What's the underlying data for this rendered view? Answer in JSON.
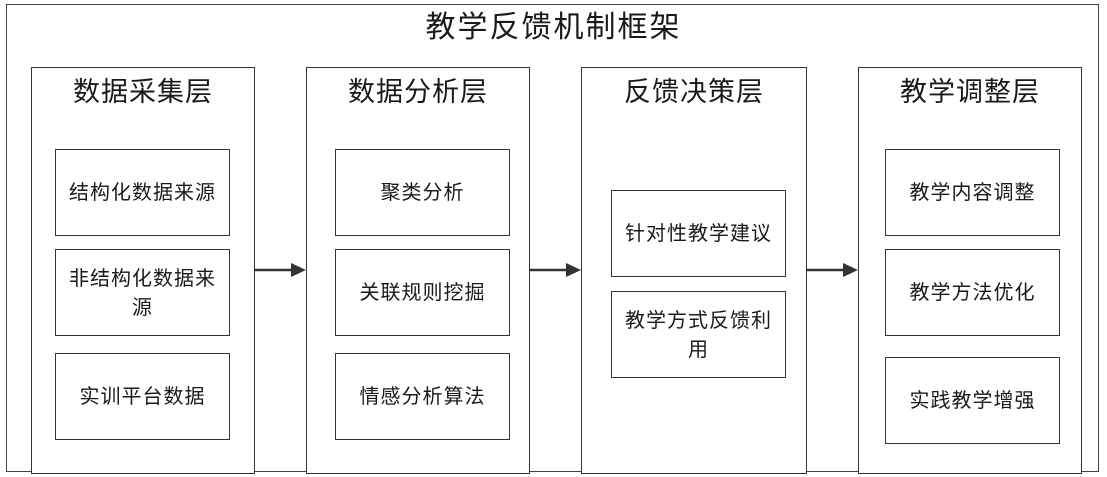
{
  "title": "教学反馈机制框架",
  "layers": [
    {
      "title": "数据采集层",
      "items": [
        "结构化数据来源",
        "非结构化数据来源",
        "实训平台数据"
      ]
    },
    {
      "title": "数据分析层",
      "items": [
        "聚类分析",
        "关联规则挖掘",
        "情感分析算法"
      ]
    },
    {
      "title": "反馈决策层",
      "items": [
        "针对性教学建议",
        "教学方式反馈利用"
      ]
    },
    {
      "title": "教学调整层",
      "items": [
        "教学内容调整",
        "教学方法优化",
        "实践教学增强"
      ]
    }
  ],
  "colors": {
    "line": "#333333",
    "text": "#1a1a1a"
  }
}
